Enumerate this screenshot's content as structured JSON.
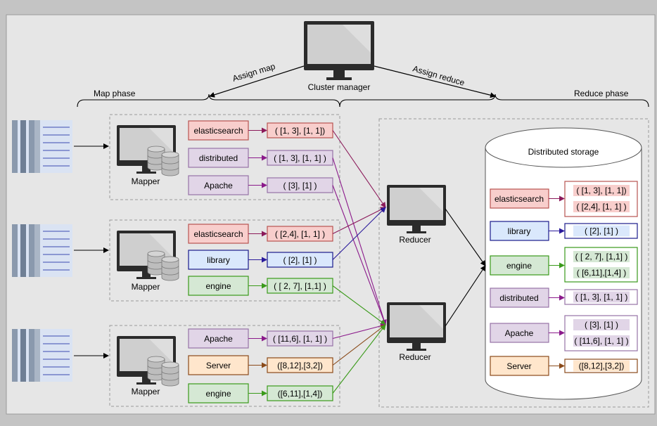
{
  "labels": {
    "cluster_manager": "Cluster manager",
    "assign_map": "Assign map",
    "assign_reduce": "Assign reduce",
    "map_phase": "Map phase",
    "reduce_phase": "Reduce phase",
    "mapper": "Mapper",
    "reducer": "Reducer",
    "distributed_storage": "Distributed storage"
  },
  "colors": {
    "pink": {
      "fill": "#f8cecc",
      "stroke": "#b85450",
      "arrow": "#8b1a5a"
    },
    "purple": {
      "fill": "#e1d5e7",
      "stroke": "#9673a6",
      "arrow": "#8b1a8b"
    },
    "blue": {
      "fill": "#dae8fc",
      "stroke": "#1a1a8b",
      "arrow": "#2a1a9b"
    },
    "green": {
      "fill": "#d5e8d4",
      "stroke": "#3a9a1a",
      "arrow": "#3a9a1a"
    },
    "orange": {
      "fill": "#ffe6cc",
      "stroke": "#8a4a1a",
      "arrow": "#8a4a1a"
    }
  },
  "mappers": [
    {
      "rows": [
        {
          "key": "elasticsearch",
          "value": "( [1, 3], [1, 1])",
          "color": "pink"
        },
        {
          "key": "distributed",
          "value": "( [1, 3], [1, 1] )",
          "color": "purple"
        },
        {
          "key": "Apache",
          "value": "( [3], [1] )",
          "color": "purple"
        }
      ]
    },
    {
      "rows": [
        {
          "key": "elasticsearch",
          "value": "( [2,4], [1, 1] )",
          "color": "pink"
        },
        {
          "key": "library",
          "value": "( [2], [1] )",
          "color": "blue"
        },
        {
          "key": "engine",
          "value": "( [ 2, 7], [1,1] )",
          "color": "green"
        }
      ]
    },
    {
      "rows": [
        {
          "key": "Apache",
          "value": "( [11,6], [1, 1] )",
          "color": "purple"
        },
        {
          "key": "Server",
          "value": "([8,12],[3,2])",
          "color": "orange"
        },
        {
          "key": "engine",
          "value": "([6,11],[1,4])",
          "color": "green"
        }
      ]
    }
  ],
  "storage": [
    {
      "key": "elasticsearch",
      "values": [
        "( [1, 3], [1, 1])",
        "( [2,4], [1, 1] )"
      ],
      "color": "pink"
    },
    {
      "key": "library",
      "values": [
        "( [2], [1] )"
      ],
      "color": "blue"
    },
    {
      "key": "engine",
      "values": [
        "( [ 2, 7], [1,1] )",
        "( [6,11],[1,4] )"
      ],
      "color": "green"
    },
    {
      "key": "distributed",
      "values": [
        "( [1, 3], [1, 1] )"
      ],
      "color": "purple"
    },
    {
      "key": "Apache",
      "values": [
        "( [3], [1] )",
        "( [11,6], [1, 1] )"
      ],
      "color": "purple"
    },
    {
      "key": "Server",
      "values": [
        "([8,12],[3,2])"
      ],
      "color": "orange"
    }
  ],
  "routes": [
    {
      "mapper": 0,
      "row": 0,
      "reducer": 0
    },
    {
      "mapper": 0,
      "row": 1,
      "reducer": 1
    },
    {
      "mapper": 0,
      "row": 2,
      "reducer": 1
    },
    {
      "mapper": 1,
      "row": 0,
      "reducer": 0
    },
    {
      "mapper": 1,
      "row": 1,
      "reducer": 0
    },
    {
      "mapper": 1,
      "row": 2,
      "reducer": 1
    },
    {
      "mapper": 2,
      "row": 0,
      "reducer": 1
    },
    {
      "mapper": 2,
      "row": 1,
      "reducer": 1
    },
    {
      "mapper": 2,
      "row": 2,
      "reducer": 1
    }
  ]
}
